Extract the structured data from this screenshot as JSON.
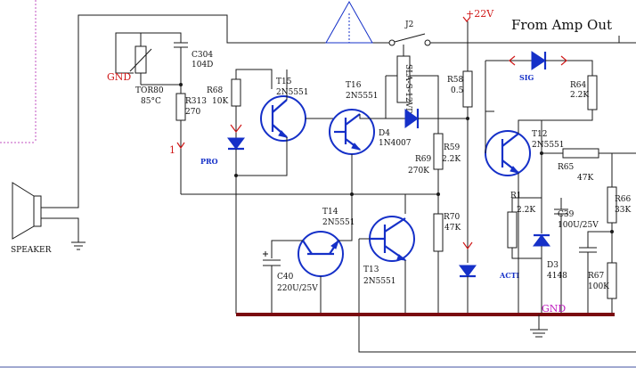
{
  "labels": {
    "supply": "+22V",
    "amp_out": "From Amp Out",
    "gnd_left": "GND",
    "gnd_bottom": "GND",
    "speaker": "SPEAKER",
    "jumper": "J2",
    "relay": "SLA-S-12VDC",
    "one": "1",
    "pro": "PRO",
    "sig": "SIG",
    "acti": "ACTI"
  },
  "components": {
    "c304": {
      "name": "C304",
      "value": "104D"
    },
    "tor80": {
      "name": "TOR80",
      "value": "85°C"
    },
    "r313": {
      "name": "R313",
      "value": "270"
    },
    "r68": {
      "name": "R68",
      "value": "10K"
    },
    "t15": {
      "name": "T15",
      "value": "2N5551"
    },
    "t16": {
      "name": "T16",
      "value": "2N5551"
    },
    "d4": {
      "name": "D4",
      "value": "1N4007"
    },
    "r58": {
      "name": "R58",
      "value": "0.5"
    },
    "r59": {
      "name": "R59",
      "value": "2.2K"
    },
    "r69": {
      "name": "R69",
      "value": "270K"
    },
    "r70": {
      "name": "R70",
      "value": "47K"
    },
    "r64": {
      "name": "R64",
      "value": "2.2K"
    },
    "t12": {
      "name": "T12",
      "value": "2N5551"
    },
    "r65": {
      "name": "R65",
      "value": "47K"
    },
    "r66": {
      "name": "R66",
      "value": "33K"
    },
    "r67": {
      "name": "R67",
      "value": "100K"
    },
    "r1": {
      "name": "R1",
      "value": "2.2K"
    },
    "c39": {
      "name": "C39",
      "value": "100U/25V"
    },
    "d3": {
      "name": "D3",
      "value": "4148"
    },
    "t14": {
      "name": "T14",
      "value": "2N5551"
    },
    "t13": {
      "name": "T13",
      "value": "2N5551"
    },
    "c40": {
      "name": "C40",
      "value": "220U/25V"
    }
  },
  "colors": {
    "wire": "#1a1a1a",
    "symbol": "#1530c8",
    "marker": "#d01818",
    "ground_bus": "#7a0a10",
    "gnd_label": "#c020c0"
  }
}
